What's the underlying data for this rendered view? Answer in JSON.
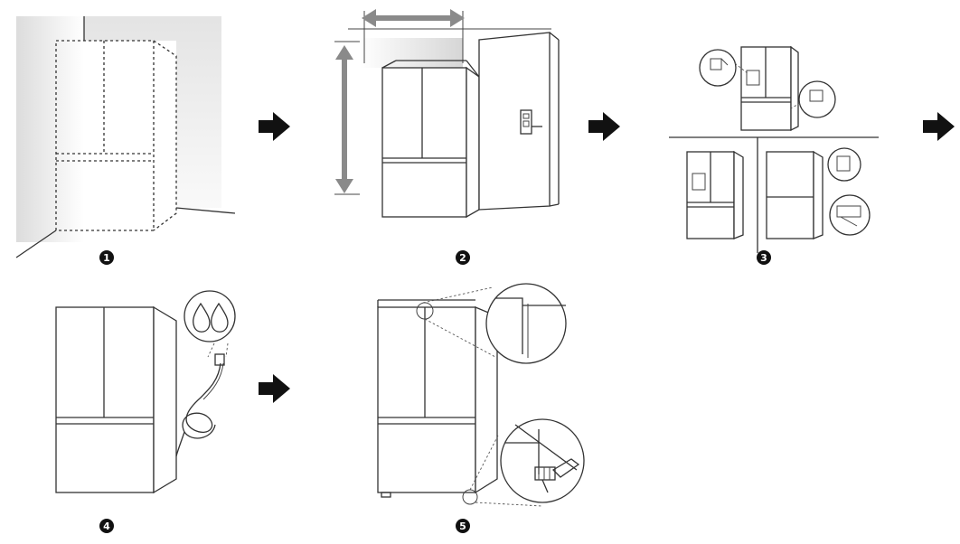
{
  "diagram": {
    "step_badges": [
      "1",
      "2",
      "3",
      "4",
      "5"
    ],
    "icons": {
      "arrows": "right-arrow-icon",
      "water": "water-drops-icon",
      "measure": "double-headed-arrow-icon"
    },
    "colors": {
      "line": "#333333",
      "badge": "#111111",
      "arrow": "#111111",
      "measure_arrow": "#8a8a8a",
      "wall_shade": "#e6e6e6"
    }
  }
}
